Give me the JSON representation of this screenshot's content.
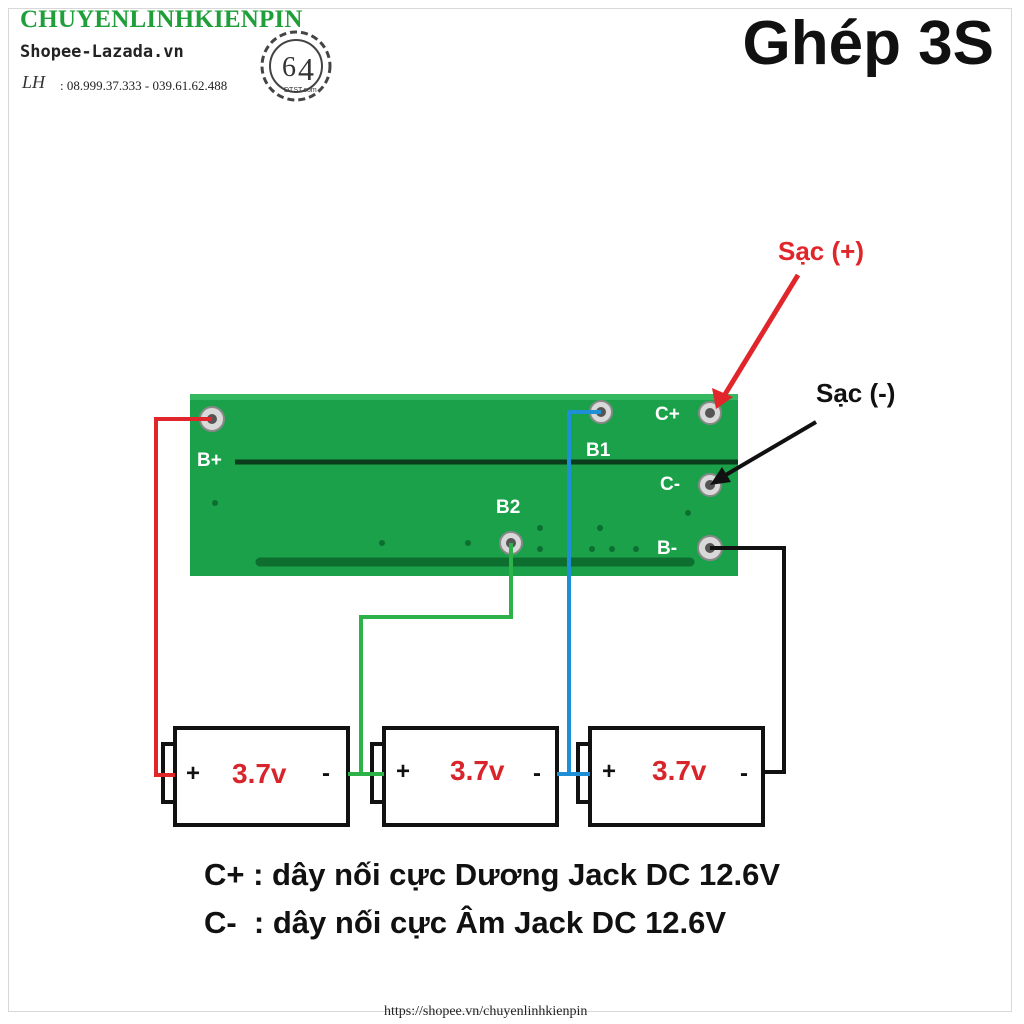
{
  "header": {
    "brand": "CHUYENLINHKIENPIN",
    "shop": "Shopee-Lazada.vn",
    "signature": "LH",
    "phone": ": 08.999.37.333 - 039.61.62.488",
    "logo_text": "DTST.com",
    "title": "Ghép 3S"
  },
  "callouts": {
    "charge_plus": "Sạc (+)",
    "charge_minus": "Sạc (-)"
  },
  "pcb": {
    "labels": {
      "b_plus": "B+",
      "b1": "B1",
      "b2": "B2",
      "c_plus": "C+",
      "c_minus": "C-",
      "b_minus": "B-"
    }
  },
  "batteries": [
    {
      "voltage": "3.7v",
      "plus": "+",
      "minus": "-"
    },
    {
      "voltage": "3.7v",
      "plus": "+",
      "minus": "-"
    },
    {
      "voltage": "3.7v",
      "plus": "+",
      "minus": "-"
    }
  ],
  "notes": {
    "line1": "C+ : dây nối cực Dương Jack DC 12.6V",
    "line2": "C-  : dây nối cực Âm Jack DC 12.6V"
  },
  "footer": {
    "url": "https://shopee.vn/chuyenlinhkienpin"
  },
  "colors": {
    "brand": "#1f9e3a",
    "pcb": "#1aa14a",
    "wire_red": "#e0262b",
    "wire_green": "#2db24a",
    "wire_blue": "#1e8fd6",
    "wire_black": "#111111"
  }
}
